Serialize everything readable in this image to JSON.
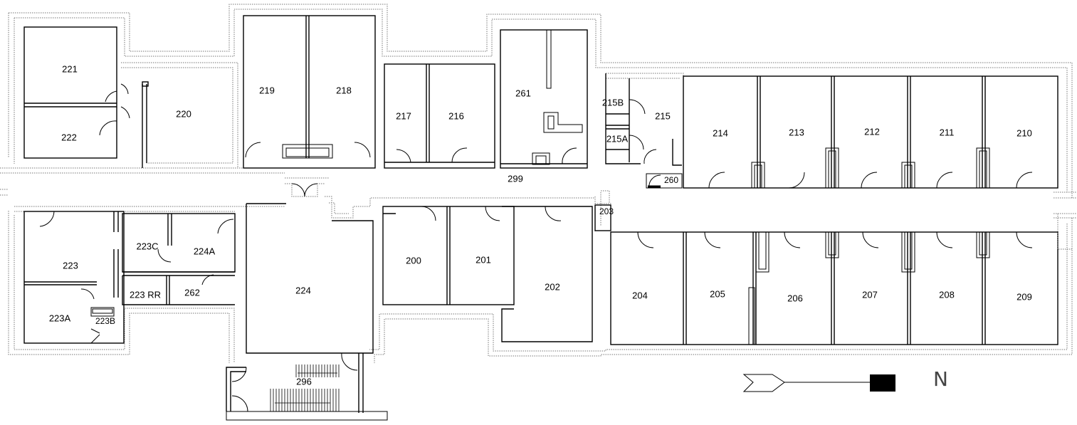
{
  "floor_plan": {
    "rooms": [
      {
        "id": "r221",
        "label": "221"
      },
      {
        "id": "r222",
        "label": "222"
      },
      {
        "id": "r220",
        "label": "220"
      },
      {
        "id": "r219",
        "label": "219"
      },
      {
        "id": "r218",
        "label": "218"
      },
      {
        "id": "r217",
        "label": "217"
      },
      {
        "id": "r216",
        "label": "216"
      },
      {
        "id": "r261",
        "label": "261"
      },
      {
        "id": "r215B",
        "label": "215B"
      },
      {
        "id": "r215",
        "label": "215"
      },
      {
        "id": "r215A",
        "label": "215A"
      },
      {
        "id": "r214",
        "label": "214"
      },
      {
        "id": "r213",
        "label": "213"
      },
      {
        "id": "r212",
        "label": "212"
      },
      {
        "id": "r211",
        "label": "211"
      },
      {
        "id": "r210",
        "label": "210"
      },
      {
        "id": "r260",
        "label": "260"
      },
      {
        "id": "r299",
        "label": "299"
      },
      {
        "id": "r203",
        "label": "203"
      },
      {
        "id": "r223C",
        "label": "223C"
      },
      {
        "id": "r224A",
        "label": "224A"
      },
      {
        "id": "r223",
        "label": "223"
      },
      {
        "id": "r223RR",
        "label": "223 RR"
      },
      {
        "id": "r262",
        "label": "262"
      },
      {
        "id": "r223A",
        "label": "223A"
      },
      {
        "id": "r223B",
        "label": "223B"
      },
      {
        "id": "r224",
        "label": "224"
      },
      {
        "id": "r200",
        "label": "200"
      },
      {
        "id": "r201",
        "label": "201"
      },
      {
        "id": "r202",
        "label": "202"
      },
      {
        "id": "r204",
        "label": "204"
      },
      {
        "id": "r205",
        "label": "205"
      },
      {
        "id": "r206",
        "label": "206"
      },
      {
        "id": "r207",
        "label": "207"
      },
      {
        "id": "r208",
        "label": "208"
      },
      {
        "id": "r209",
        "label": "209"
      },
      {
        "id": "r296",
        "label": "296"
      }
    ],
    "north_label": "N",
    "colors": {
      "wall": "#000000",
      "background": "#ffffff",
      "hatch": "#777777"
    }
  }
}
